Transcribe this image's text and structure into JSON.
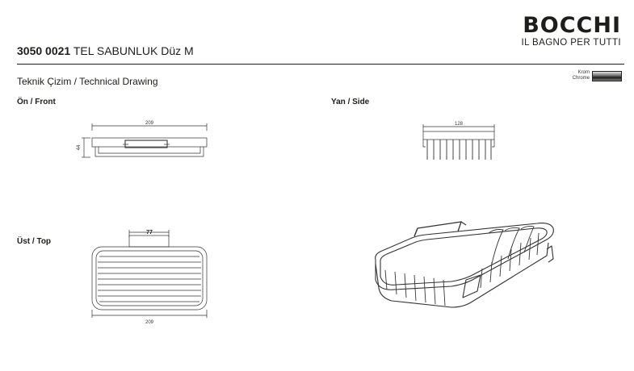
{
  "brand": {
    "name": "BOCCHI",
    "tagline": "IL BAGNO PER TUTTI"
  },
  "product": {
    "code": "3050 0021",
    "name": "TEL SABUNLUK Düz M"
  },
  "document_type": "Teknik Çizim / Technical Drawing",
  "finish": {
    "tr": "Krom",
    "en": "Chrome",
    "color": "#1d1d1b"
  },
  "views": {
    "front": {
      "label": "Ön / Front",
      "width_dim": "209",
      "height_dim": "44"
    },
    "side": {
      "label": "Yan / Side",
      "width_dim": "128"
    },
    "top": {
      "label": "Üst / Top",
      "tab_dim": "77",
      "width_dim": "209"
    }
  }
}
